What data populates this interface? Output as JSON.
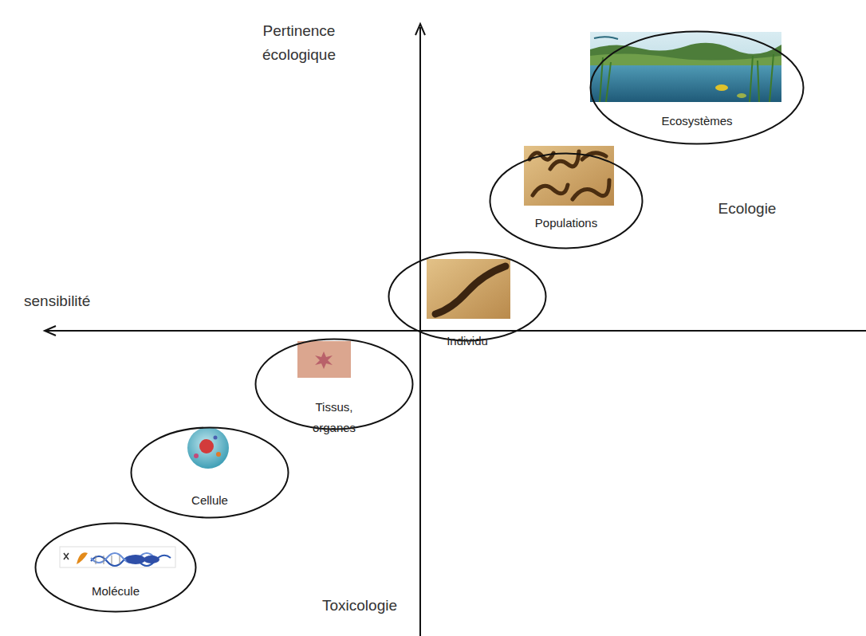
{
  "diagram": {
    "nodes": [
      {
        "text": [
          "Ecosystèmes"
        ]
      },
      {
        "text": [
          "Populations"
        ]
      },
      {
        "text": [
          "Individu"
        ]
      },
      {
        "text": [
          "Tissus, organes"
        ]
      },
      {
        "text": [
          "Cellule"
        ]
      },
      {
        "text": [
          "Molécule"
        ]
      }
    ],
    "labels": [
      "Pertinence écologique",
      "sensibilité",
      "Ecologie",
      "Toxicologie"
    ]
  }
}
